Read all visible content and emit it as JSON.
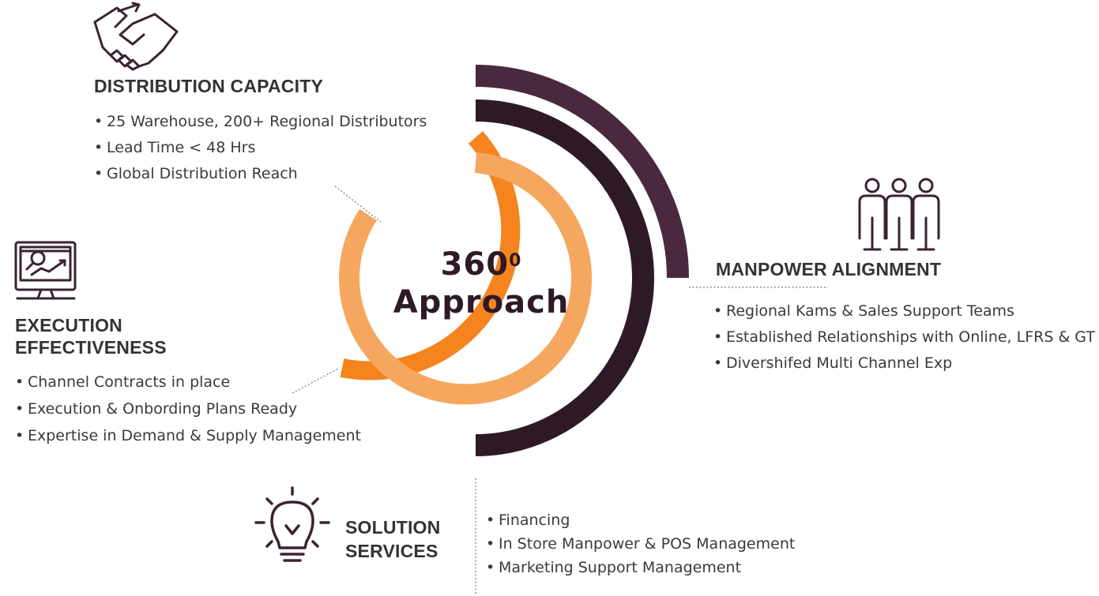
{
  "center": {
    "title": "360",
    "superscript": "0",
    "subtitle": "Approach"
  },
  "sections": {
    "distribution": {
      "heading": "DISTRIBUTION CAPACITY",
      "icon": "handshake-icon",
      "items": [
        "25 Warehouse, 200+ Regional Distributors",
        "Lead Time < 48 Hrs",
        "Global Distribution Reach"
      ]
    },
    "execution": {
      "heading_line1": "EXECUTION",
      "heading_line2": "EFFECTIVENESS",
      "icon": "monitor-analytics-icon",
      "items": [
        "Channel Contracts in place",
        "Execution & Onbording Plans Ready",
        "Expertise in Demand & Supply Management"
      ]
    },
    "manpower": {
      "heading": "MANPOWER ALIGNMENT",
      "icon": "team-people-icon",
      "items": [
        "Regional Kams & Sales Support Teams",
        "Established Relationships with Online, LFRS & GT",
        "Divershifed Multi Channel Exp"
      ]
    },
    "solution": {
      "heading_line1": "SOLUTION",
      "heading_line2": "SERVICES",
      "icon": "lightbulb-icon",
      "items": [
        "Financing",
        "In Store Manpower & POS Management",
        "Marketing Support Management"
      ]
    }
  },
  "colors": {
    "plum": "#4a2940",
    "dark_plum": "#2e1a27",
    "orange": "#f5841f",
    "light_orange": "#f5a75f",
    "dotted_line": "#777777",
    "icon": "#3a2233"
  }
}
